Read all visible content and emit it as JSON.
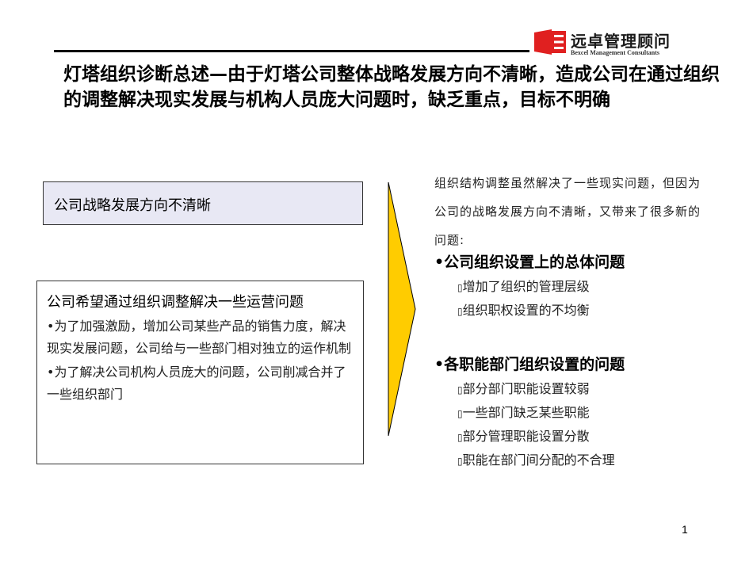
{
  "header": {
    "logo_cn": "远卓管理顾问",
    "logo_en": "Bexcel Management Consultants"
  },
  "title": "灯塔组织诊断总述—由于灯塔公司整体战略发展方向不清晰，造成公司在通过组织的调整解决现实发展与机构人员庞大问题时，缺乏重点，目标不明确",
  "left": {
    "box1_text": "公司战略发展方向不清晰",
    "box2": {
      "heading": "公司希望通过组织调整解决一些运营问题",
      "bullets": [
        "•为了加强激励，增加公司某些产品的销售力度，解决现实发展问题，公司给与一些部门相对独立的运作机制",
        "•为了解决公司机构人员庞大的问题，公司削减合并了一些组织部门"
      ]
    }
  },
  "right": {
    "intro": "组织结构调整虽然解决了一些现实问题，但因为公司的战略发展方向不清晰，又带来了很多新的问题:",
    "sections": [
      {
        "heading": "•公司组织设置上的总体问题",
        "items": [
          "增加了组织的管理层级",
          "组织职权设置的不均衡"
        ]
      },
      {
        "heading": "•各职能部门组织设置的问题",
        "items": [
          "部分部门职能设置较弱",
          "一些部门缺乏某些职能",
          "部分管理职能设置分散",
          "职能在部门间分配的不合理"
        ]
      }
    ],
    "item_marker": "▯"
  },
  "page_number": "1",
  "colors": {
    "arrow_fill": "#FFCC00",
    "box1_fill": "#E8E8F4",
    "logo_red": "#E02020"
  }
}
